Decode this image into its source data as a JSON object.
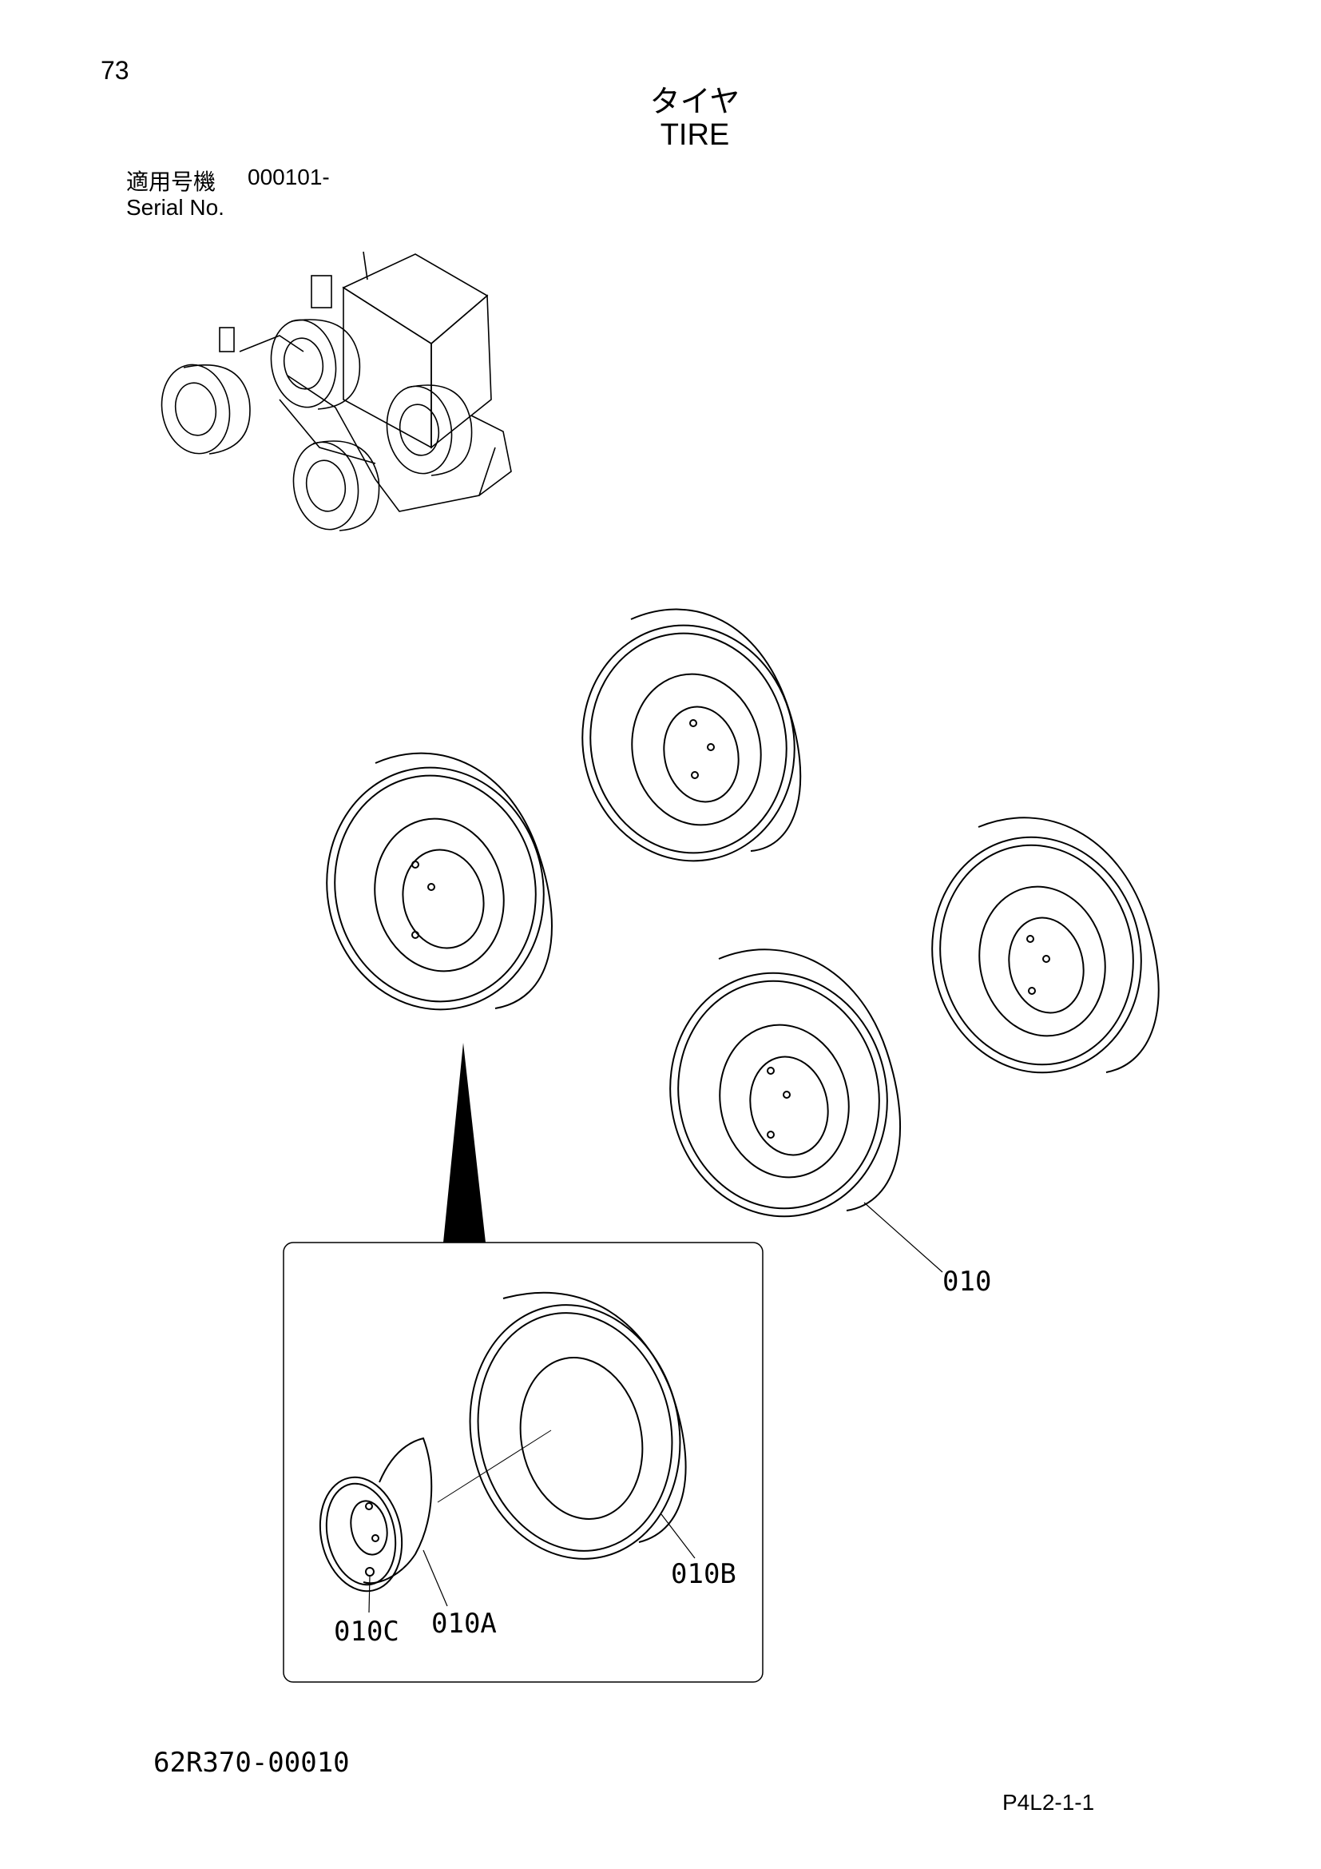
{
  "header": {
    "page_number": "73",
    "title_ja": "タイヤ",
    "title_en": "TIRE"
  },
  "serial": {
    "label_ja": "適用号機",
    "value": "000101-",
    "label_en": "Serial No."
  },
  "callouts": {
    "tire_assembly": "010",
    "rim": "010A",
    "tire": "010B",
    "valve": "010C"
  },
  "footer": {
    "part_code": "62R370-00010",
    "page_ref": "P4L2-1-1"
  }
}
